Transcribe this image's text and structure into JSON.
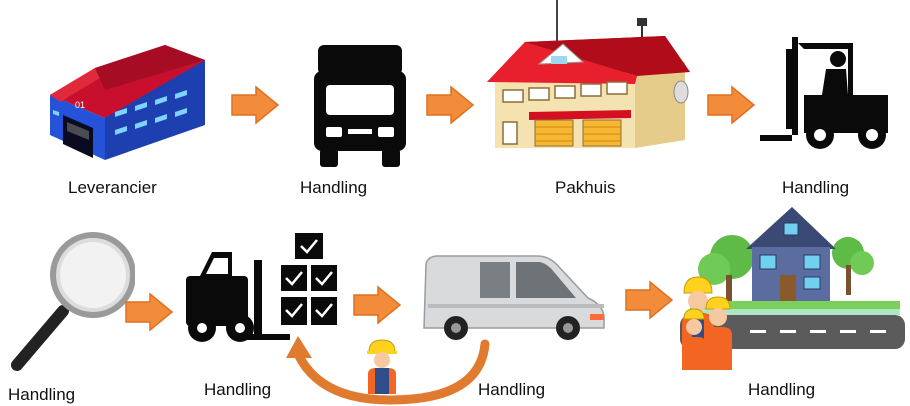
{
  "labels": {
    "supplier": "Leverancier",
    "handling_truck": "Handling",
    "warehouse": "Pakhuis",
    "handling_forklift": "Handling",
    "handling_inspect": "Handling",
    "handling_load": "Handling",
    "handling_van": "Handling",
    "handling_delivery": "Handling"
  },
  "warehouse_door_number": "01",
  "colors": {
    "arrow": "#F28C3A",
    "arrow_edge": "#E07020",
    "roof_red": "#C8102E",
    "building_blue": "#1E4FD8",
    "helmet": "#FFD21F",
    "vest": "#F26522",
    "house_blue": "#4A5C8C",
    "tree_green": "#5DBB46",
    "road": "#5B5B5B"
  },
  "icons": [
    "warehouse-building-icon",
    "truck-icon",
    "house-warehouse-icon",
    "forklift-icon",
    "magnifier-icon",
    "forklift-boxes-icon",
    "van-icon",
    "workers-house-icon",
    "worker-icon"
  ]
}
